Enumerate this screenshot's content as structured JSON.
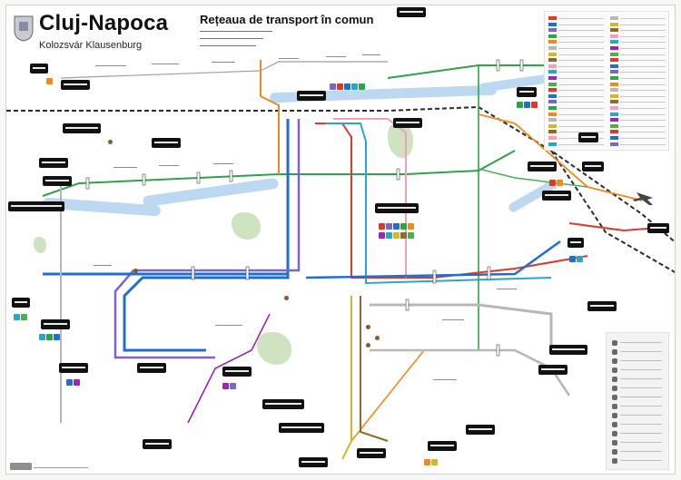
{
  "header": {
    "city_name": "Cluj-Napoca",
    "city_alt_names": "Kolozsvár Klausenburg",
    "map_title": "Rețeaua de transport în comun"
  },
  "colors": {
    "background": "#ffffff",
    "river": "#bcd9f1",
    "park": "#cfe3c0",
    "railway": "#2b2b2b",
    "stop_box": "#111111",
    "lines": [
      "#e0392a",
      "#1f6fd1",
      "#7e63c9",
      "#2ea34a",
      "#f08a1f",
      "#b7b7b7",
      "#d4b82a",
      "#8f6a2e",
      "#f2a0b7",
      "#2aa6c9",
      "#9c27b0",
      "#4caf50"
    ]
  },
  "icons": [
    "city-crest-icon",
    "airport-plane-icon",
    "point-of-interest-icon",
    "creative-commons-icon"
  ]
}
